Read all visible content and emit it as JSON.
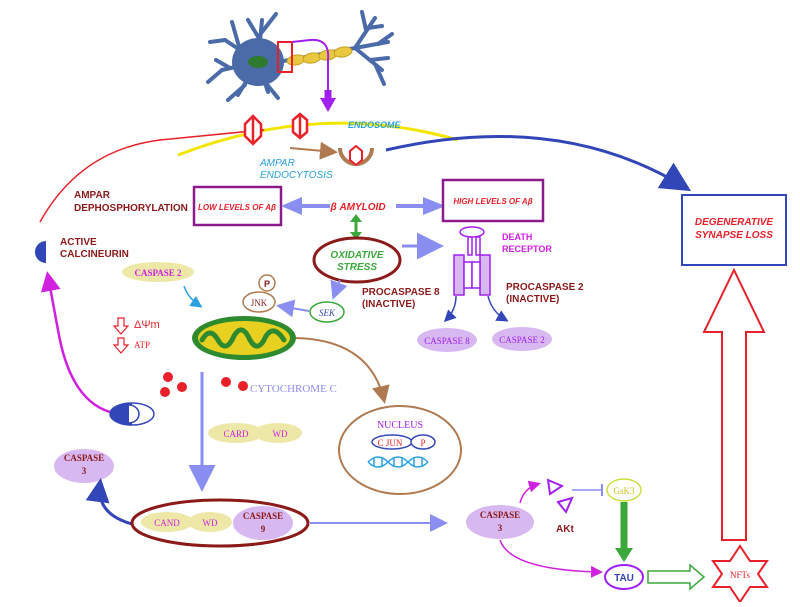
{
  "labels": {
    "endosome": "ENDOSOME",
    "ampar_endocytosis_1": "AMPAR",
    "ampar_endocytosis_2": "ENDOCYTOSIS",
    "ampar_dephos_1": "AMPAR",
    "ampar_dephos_2": "DEPHOSPHORYLATION",
    "low_levels": "LOW LEVELS OF Aβ",
    "beta_amyloid": "β AMYLOID",
    "high_levels": "HIGH LEVELS OF Aβ",
    "degenerative_1": "DEGENERATIVE",
    "degenerative_2": "SYNAPSE LOSS",
    "active_calcineurin_1": "ACTIVE",
    "active_calcineurin_2": "CALCINEURIN",
    "caspase2_top": "CASPASE 2",
    "oxidative_1": "OXIDATIVE",
    "oxidative_2": "STRESS",
    "death_receptor_1": "DEATH",
    "death_receptor_2": "RECEPTOR",
    "procaspase8_1": "PROCASPASE 8",
    "procaspase8_2": "(INACTIVE)",
    "procaspase2_1": "PROCASPASE 2",
    "procaspase2_2": "(INACTIVE)",
    "p": "P",
    "jnk": "JNK",
    "sek": "SEK",
    "caspase8": "CASPASE 8",
    "caspase2": "CASPASE 2",
    "psi_m": "ΔΨm",
    "atp": "ATP",
    "cytochrome_c": "CYTOCHROME C",
    "card": "CARD",
    "wd": "WD",
    "nucleus": "NUCLEUS",
    "c_jun": "C JUN",
    "nucleus_p": "P",
    "caspase3_left_1": "CASPASE",
    "caspase3_left_2": "3",
    "cand": "CAND",
    "wd2": "WD",
    "caspase9_1": "CASPASE",
    "caspase9_2": "9",
    "caspase3_right_1": "CASPASE",
    "caspase3_right_2": "3",
    "akt": "AKt",
    "gsk3": "GsK3",
    "tau": "TAU",
    "nfts": "NFTs"
  },
  "colors": {
    "red": "#e8202a",
    "blue_arrow": "#8a8ef0",
    "purple": "#a020f0",
    "maroon": "#8b1a1a",
    "magenta": "#d020e0",
    "green": "#3aa83a",
    "yellow": "#f2e600",
    "navy": "#3346b8"
  },
  "icons": [
    "neuron-icon",
    "ampar-receptor-icon",
    "endosome-icon",
    "mitochondrion-icon",
    "dna-icon",
    "death-receptor-icon",
    "calcineurin-icon",
    "star-icon"
  ]
}
